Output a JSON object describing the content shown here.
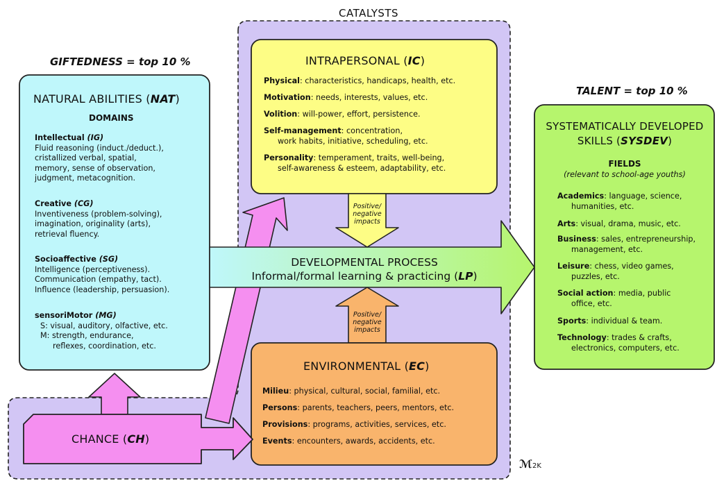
{
  "labels": {
    "catalysts": "CATALYSTS",
    "giftedness": "GIFTEDNESS = top 10 %",
    "talent": "TALENT = top 10 %"
  },
  "nat": {
    "title": "NATURAL ABILITIES (",
    "code": "NAT",
    "close": ")",
    "domains": "DOMAINS",
    "groups": [
      {
        "name": "Intellectual ",
        "code": "(IG)",
        "lines": [
          "Fluid reasoning (induct./deduct.),",
          "cristallized verbal, spatial,",
          "memory, sense of observation,",
          "judgment, metacognition."
        ]
      },
      {
        "name": "Creative ",
        "code": "(CG)",
        "lines": [
          "Inventiveness (problem-solving),",
          "imagination, originality (arts),",
          "retrieval fluency."
        ]
      },
      {
        "name": "Socioaffective ",
        "code": "(SG)",
        "lines": [
          "Intelligence (perceptiveness).",
          "Communication (empathy, tact).",
          "Influence (leadership, persuasion)."
        ]
      },
      {
        "name": "sensoriMotor ",
        "code": "(MG)",
        "lines": [
          "S: visual, auditory, olfactive, etc.",
          "M: strength, endurance,",
          "reflexes, coordination, etc."
        ]
      }
    ]
  },
  "ic": {
    "title": "INTRAPERSONAL (",
    "code": "IC",
    "close": ")",
    "items": [
      {
        "key": "Physical",
        "text": ": characteristics, handicaps, health, etc.",
        "cont": ""
      },
      {
        "key": "Motivation",
        "text": ": needs, interests, values, etc.",
        "cont": ""
      },
      {
        "key": "Volition",
        "text": ": will-power, effort, persistence.",
        "cont": ""
      },
      {
        "key": "Self-management",
        "text": ": concentration,",
        "cont": "work habits, initiative, scheduling, etc."
      },
      {
        "key": "Personality",
        "text": ": temperament, traits, well-being,",
        "cont": "self-awareness & esteem, adaptability, etc."
      }
    ]
  },
  "impacts": {
    "line1": "Positive/",
    "line2": "negative",
    "line3": "impacts"
  },
  "process": {
    "title": "DEVELOPMENTAL PROCESS",
    "subtitle": "Informal/formal learning & practicing (",
    "code": "LP",
    "close": ")"
  },
  "ec": {
    "title": "ENVIRONMENTAL (",
    "code": "EC",
    "close": ")",
    "items": [
      {
        "key": "Milieu",
        "text": ": physical, cultural, social, familial, etc."
      },
      {
        "key": "Persons",
        "text": ": parents, teachers, peers, mentors, etc."
      },
      {
        "key": "Provisions",
        "text": ": programs, activities, services, etc."
      },
      {
        "key": "Events",
        "text": ": encounters, awards, accidents, etc."
      }
    ]
  },
  "chance": {
    "title": "CHANCE (",
    "code": "CH",
    "close": ")"
  },
  "sysdev": {
    "title1": "SYSTEMATICALLY DEVELOPED",
    "title2": "SKILLS (",
    "code": "SYSDEV",
    "close": ")",
    "fields": "FIELDS",
    "fields_note": "(relevant to school-age youths)",
    "items": [
      {
        "key": "Academics",
        "text": ": language, science,",
        "cont": "humanities, etc."
      },
      {
        "key": "Arts",
        "text": ": visual, drama, music, etc.",
        "cont": ""
      },
      {
        "key": "Business",
        "text": ": sales, entrepreneurship,",
        "cont": "management, etc."
      },
      {
        "key": "Leisure",
        "text": ": chess, video games,",
        "cont": "puzzles, etc."
      },
      {
        "key": "Social action",
        "text": ": media, public",
        "cont": "office, etc."
      },
      {
        "key": "Sports",
        "text": ": individual & team.",
        "cont": ""
      },
      {
        "key": "Technology",
        "text": ": trades & crafts,",
        "cont": "electronics, computers, etc."
      }
    ]
  },
  "logo": {
    "mark": "ℳ",
    "text": "2K"
  },
  "colors": {
    "catalyst_bg": "#d2c6f5",
    "nat": "#bff7fb",
    "ic": "#fdfd85",
    "ec": "#f9b46c",
    "chance": "#f58ff0",
    "sysdev": "#b6f56d",
    "arrow_start": "#bff7fb",
    "arrow_end": "#b6f56d"
  }
}
